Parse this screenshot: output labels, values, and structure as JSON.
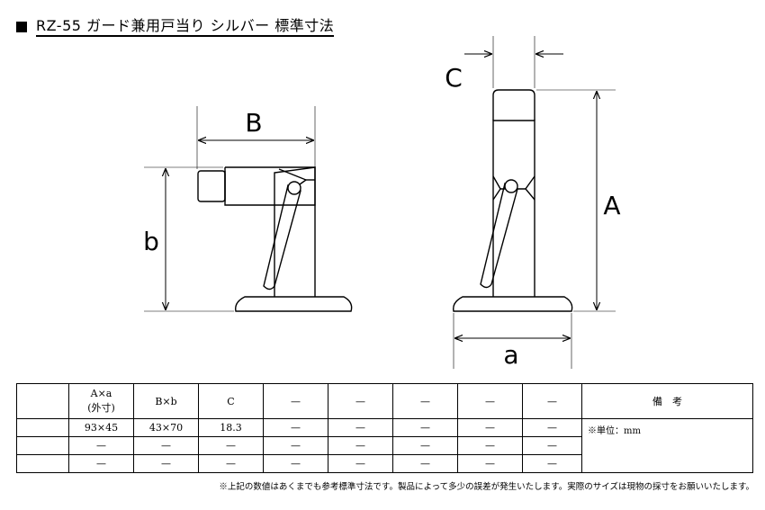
{
  "title": "RZ-55 ガード兼用戸当り シルバー 標準寸法",
  "dimensions": {
    "A": "A",
    "B": "B",
    "C": "C",
    "a": "a",
    "b": "b"
  },
  "table": {
    "headers": [
      "",
      "A×a",
      "B×b",
      "C",
      "—",
      "—",
      "—",
      "—",
      "—",
      "備　考"
    ],
    "header_sub": "(外寸)",
    "rows": [
      [
        "",
        "93×45",
        "43×70",
        "18.3",
        "—",
        "—",
        "—",
        "—",
        "—"
      ],
      [
        "",
        "—",
        "—",
        "—",
        "—",
        "—",
        "—",
        "—",
        "—"
      ],
      [
        "",
        "—",
        "—",
        "—",
        "—",
        "—",
        "—",
        "—",
        "—"
      ]
    ],
    "remarks": "※単位：mm"
  },
  "footnote": "※上記の数値はあくまでも参考標準寸法です。製品によって多少の誤差が発生いたします。実際のサイズは現物の採寸をお願いいたします。"
}
